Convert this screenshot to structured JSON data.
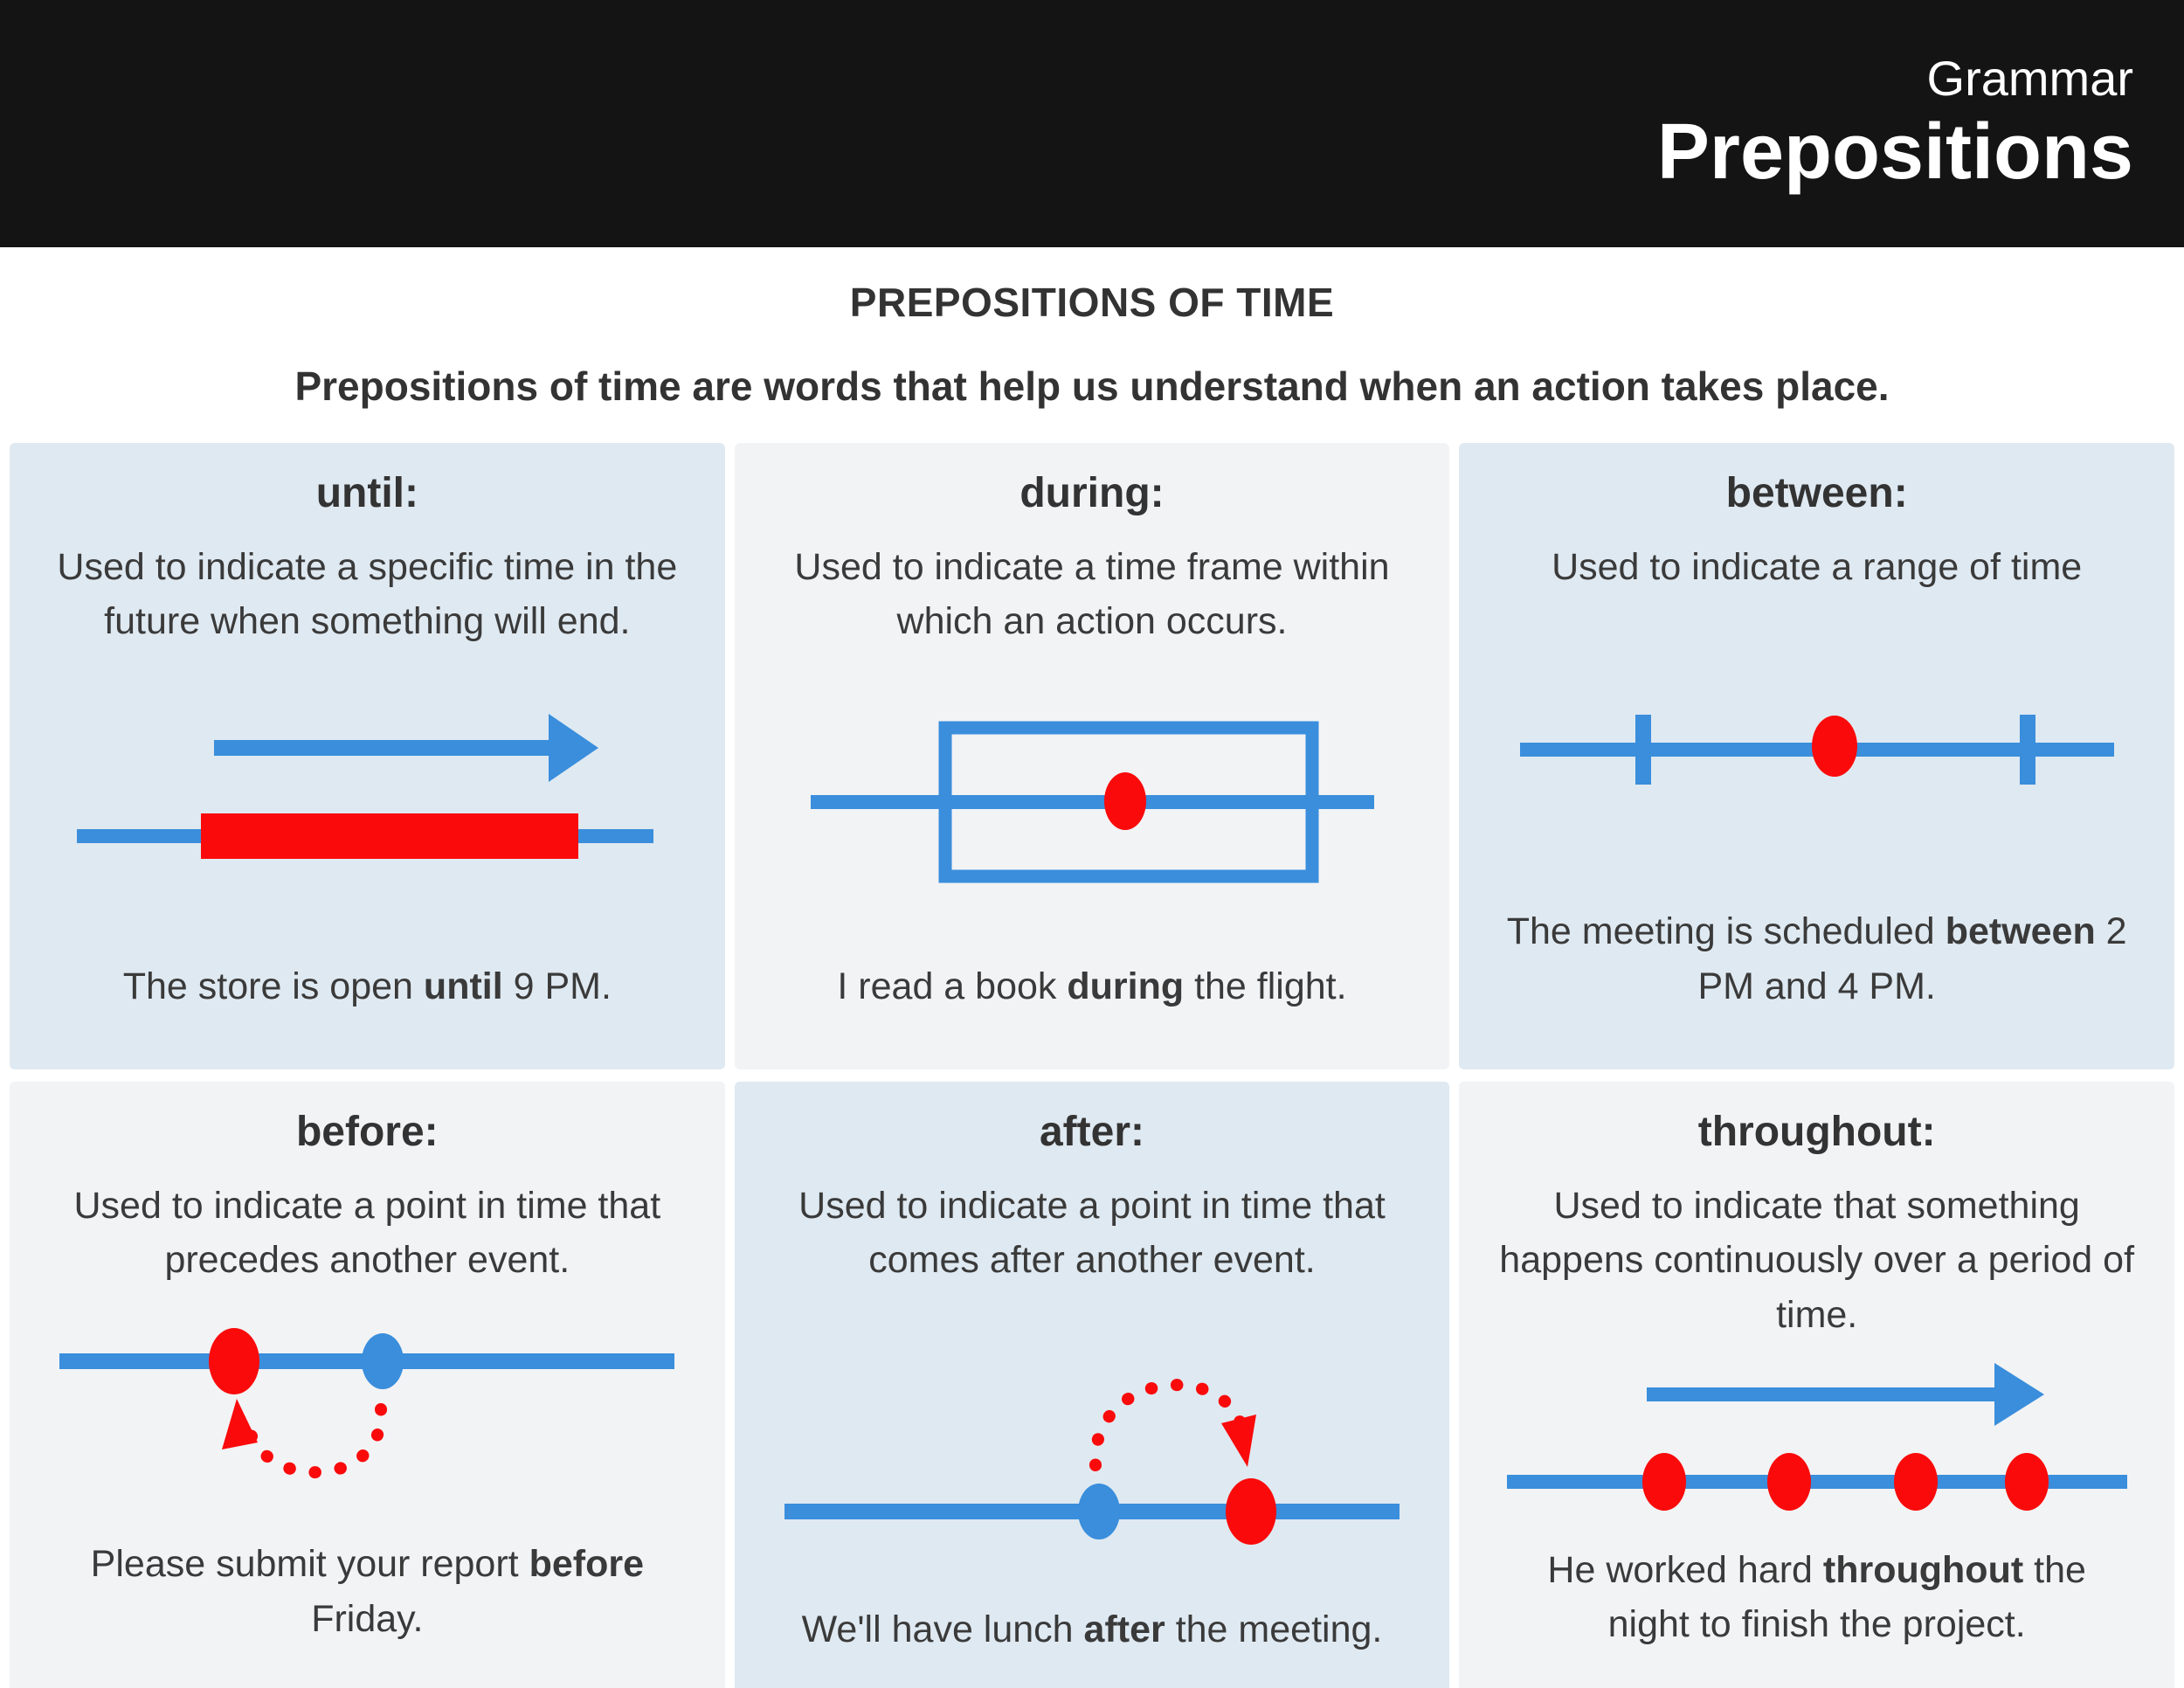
{
  "header": {
    "eyebrow": "Grammar",
    "title": "Prepositions"
  },
  "intro": {
    "title": "PREPOSITIONS OF TIME",
    "subtitle": "Prepositions of time are words that help us understand when an action takes place."
  },
  "colors": {
    "accent_blue": "#3a8edc",
    "accent_red": "#fa0a0a",
    "card_blue_bg": "#dfe9f1",
    "card_gray_bg": "#f2f3f5",
    "header_bg": "#141414",
    "text": "#3a3a3a"
  },
  "cards": [
    {
      "term": "until:",
      "definition": "Used to indicate a specific time in the future when something will end.",
      "diagram": "elapsed-duration-bar-with-forward-arrow",
      "example": {
        "pre": "The store is open ",
        "keyword": "until",
        "post": " 9 PM."
      }
    },
    {
      "term": "during:",
      "definition": "Used to indicate a time frame within which an action occurs.",
      "diagram": "time-frame-box-around-event-point",
      "example": {
        "pre": "I read a book ",
        "keyword": "during",
        "post": " the flight."
      }
    },
    {
      "term": "between:",
      "definition": "Used to indicate a range of time",
      "diagram": "range-ticks-with-event-point",
      "example": {
        "pre": "The meeting is scheduled ",
        "keyword": "between",
        "post": " 2 PM and 4 PM."
      }
    },
    {
      "term": "before:",
      "definition": "Used to indicate a point in time that precedes another event.",
      "diagram": "backward-arc-to-earlier-point",
      "example": {
        "pre": "Please submit your report ",
        "keyword": "before",
        "post": " Friday."
      }
    },
    {
      "term": "after:",
      "definition": "Used to indicate a point in time that comes after another event.",
      "diagram": "forward-arc-to-later-point",
      "example": {
        "pre": "We'll have lunch ",
        "keyword": "after",
        "post": " the meeting."
      }
    },
    {
      "term": "throughout:",
      "definition": "Used to indicate that something happens continuously over a period of time.",
      "diagram": "continuous-dots-with-forward-arrow",
      "example": {
        "pre": "He worked hard ",
        "keyword": "throughout",
        "post": " the night to finish the project."
      }
    }
  ]
}
